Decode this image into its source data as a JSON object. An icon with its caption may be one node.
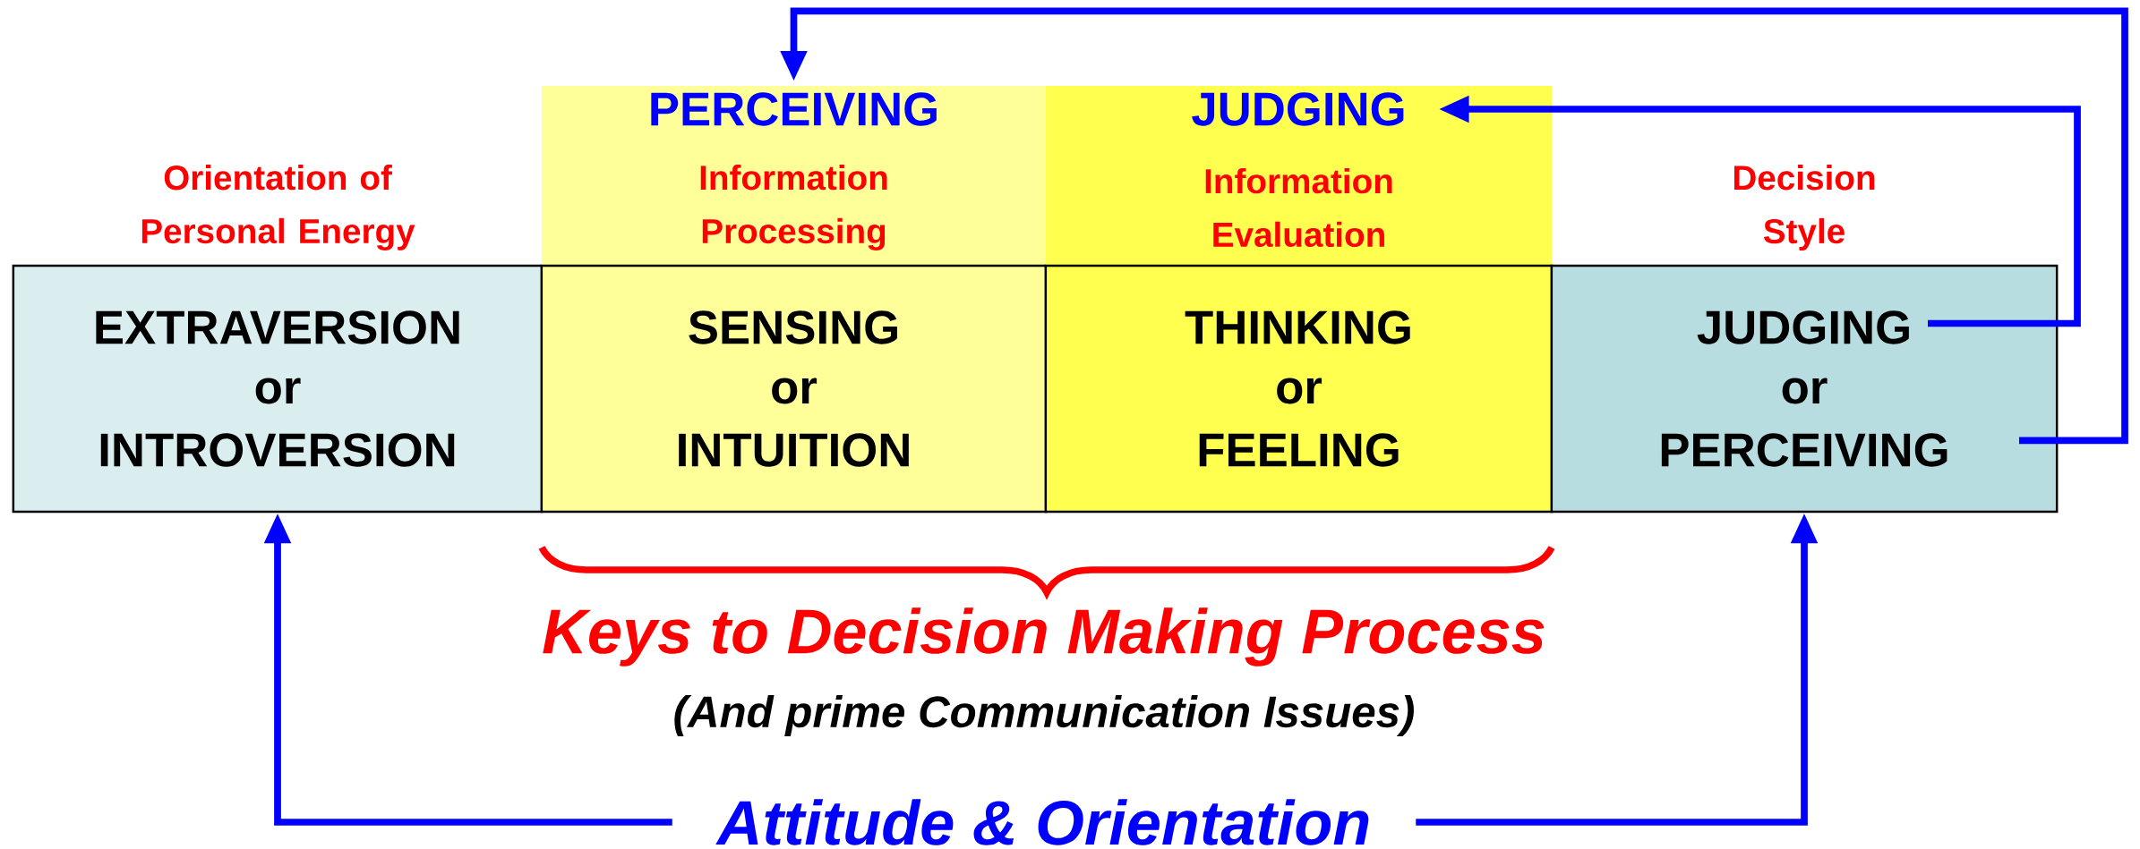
{
  "diagram": {
    "nodes": [
      {
        "text": [
          "Orientation of Personal Energy",
          "EXTRAVERSION",
          "or",
          "INTROVERSION"
        ]
      },
      {
        "text": [
          "Information Processing"
        ]
      },
      {
        "text": [
          "PERCEIVING"
        ],
        "in": 1
      },
      {
        "text": [
          "SENSING",
          "or",
          "INTUITION"
        ]
      },
      {
        "text": [
          "Information Evaluation"
        ]
      },
      {
        "text": [
          "JUDGING"
        ],
        "in": 4
      },
      {
        "text": [
          "THINKING",
          "or",
          "FEELING"
        ]
      },
      {
        "text": [
          "Decision Style",
          "JUDGING",
          "or",
          "PERCEIVING"
        ]
      },
      {
        "text": [
          "Attitude & Orientation"
        ]
      }
    ],
    "edges": [
      {
        "from": 7,
        "to": 5,
        "arrow": "to"
      },
      {
        "from": 7,
        "to": 2,
        "arrow": "to"
      },
      {
        "from": 8,
        "to": 0,
        "arrow": "to"
      },
      {
        "from": 8,
        "to": 7,
        "arrow": "to"
      }
    ],
    "labels": [
      "Keys to Decision Making Process",
      "(And prime Communication Issues)"
    ]
  }
}
